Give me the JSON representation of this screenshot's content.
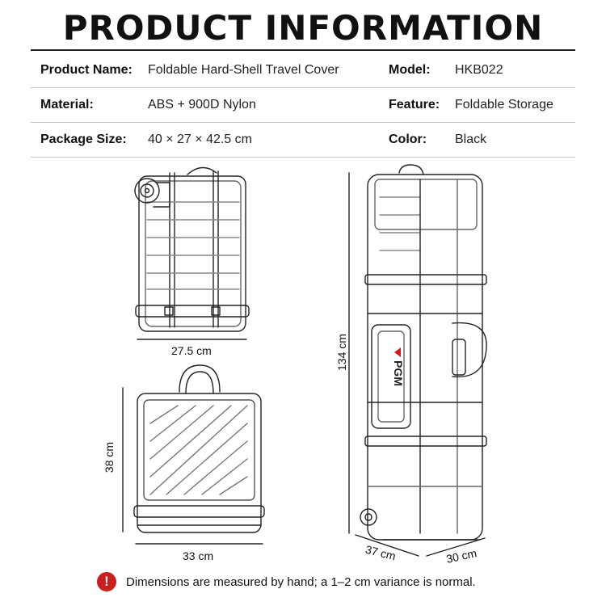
{
  "title": "PRODUCT INFORMATION",
  "specs": {
    "product_name_label": "Product Name:",
    "product_name_value": "Foldable Hard-Shell Travel Cover",
    "model_label": "Model:",
    "model_value": "HKB022",
    "material_label": "Material:",
    "material_value": "ABS + 900D Nylon",
    "feature_label": "Feature:",
    "feature_value": "Foldable Storage",
    "package_label": "Package Size:",
    "package_value": "40 × 27 × 42.5 cm",
    "color_label": "Color:",
    "color_value": "Black"
  },
  "dimensions": {
    "folded_width": "27.5 cm",
    "folded_height": "38 cm",
    "folded_depth": "33 cm",
    "bag_length": "134 cm",
    "bag_width": "37 cm",
    "bag_depth": "30 cm"
  },
  "brand_logo": "PGM",
  "note": {
    "icon": "exclamation-icon",
    "text": "Dimensions are measured by hand; a 1–2 cm variance is normal."
  },
  "colors": {
    "accent_red": "#cc1e1e",
    "line": "#222222"
  }
}
